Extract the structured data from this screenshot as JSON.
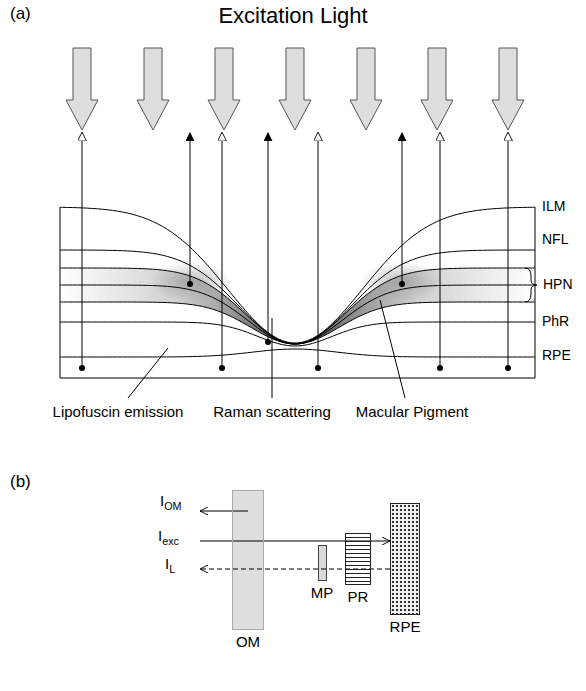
{
  "diagram": {
    "nodes": [
      {
        "text": [
          "OM"
        ]
      },
      {
        "text": [
          "MP"
        ]
      },
      {
        "text": [
          "PR"
        ]
      },
      {
        "text": [
          "RPE"
        ]
      }
    ],
    "labels": [
      "(a)",
      "Excitation Light",
      "ILM",
      "NFL",
      "HPN",
      "PhR",
      "RPE",
      "Lipofuscin emission",
      "Raman scattering",
      "Macular Pigment",
      "(b)",
      "IOM",
      "Iexc",
      "IL"
    ]
  }
}
